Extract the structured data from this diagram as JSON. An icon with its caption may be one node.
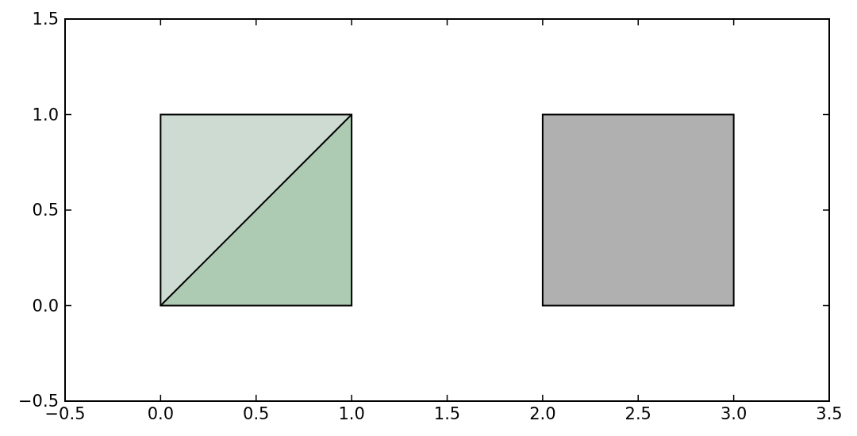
{
  "diagram": {
    "labels": [
      "1.5",
      "1.0",
      "0.5",
      "0.0",
      "−0.5",
      "−0.5",
      "0.0",
      "0.5",
      "1.0",
      "1.5",
      "2.0",
      "2.5",
      "3.0",
      "3.5"
    ]
  }
}
